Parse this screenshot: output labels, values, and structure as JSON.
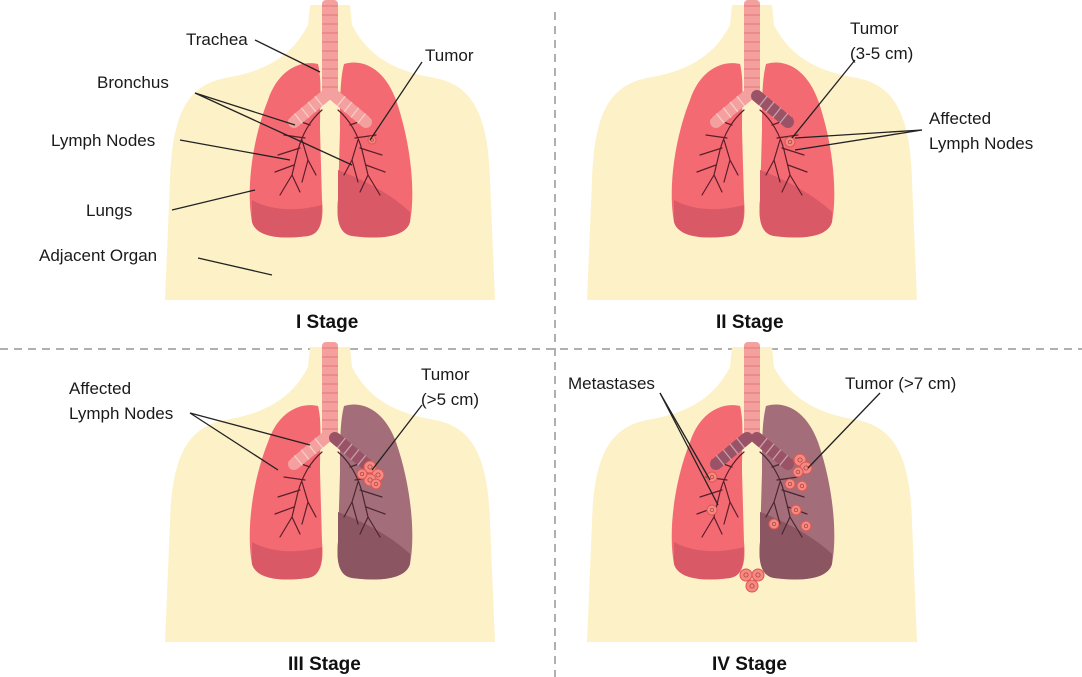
{
  "colors": {
    "background": "#ffffff",
    "torso": "#fdf1c8",
    "lung_healthy": "#f46a73",
    "lung_healthy_lower": "#d95a66",
    "lung_diseased": "#a36e7a",
    "lung_diseased_lower": "#8c5562",
    "trachea": "#f3a09e",
    "bronchus_affected": "#9a5266",
    "tumor": "#f48a84",
    "divider": "#b0b0b0"
  },
  "panels": [
    {
      "caption": "I Stage",
      "labels": {
        "trachea": "Trachea",
        "tumor": "Tumor",
        "bronchus": "Bronchus",
        "lymph_nodes": "Lymph Nodes",
        "lungs": "Lungs",
        "adjacent_organ": "Adjacent Organ"
      }
    },
    {
      "caption": "II Stage",
      "labels": {
        "tumor": "Tumor\n(3-5 cm)",
        "affected_lymph_nodes": "Affected\nLymph Nodes"
      }
    },
    {
      "caption": "III Stage",
      "labels": {
        "affected_lymph_nodes": "Affected\nLymph Nodes",
        "tumor": "Tumor\n(>5 cm)"
      }
    },
    {
      "caption": "IV Stage",
      "labels": {
        "metastases": "Metastases",
        "tumor": "Tumor (>7 cm)"
      }
    }
  ]
}
